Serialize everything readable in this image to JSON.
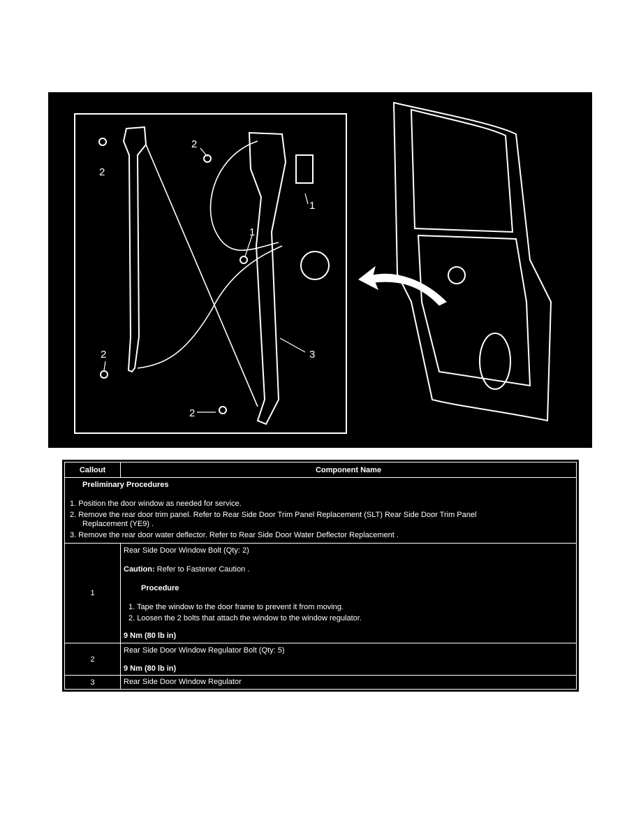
{
  "figure": {
    "callouts": [
      "2",
      "2",
      "1",
      "1",
      "2",
      "3",
      "2"
    ]
  },
  "table": {
    "headers": {
      "callout": "Callout",
      "component": "Component Name"
    },
    "preliminary": {
      "title": "Preliminary Procedures",
      "steps": [
        "1.  Position the door window as needed for service.",
        "2.  Remove the rear door trim panel. Refer to Rear Side Door Trim Panel Replacement (SLT) Rear Side Door Trim Panel",
        "Replacement (YE9) .",
        "3.  Remove the rear door water deflector. Refer to Rear Side Door Water Deflector Replacement ."
      ]
    },
    "rows": [
      {
        "callout": "1",
        "name": "Rear Side Door Window Bolt (Qty: 2)",
        "caution_label": "Caution:",
        "caution_text": " Refer to Fastener Caution .",
        "procedure_title": "Procedure",
        "steps": [
          "1.  Tape the window to the door frame to prevent it from moving.",
          "2.  Loosen the 2 bolts that attach the window to the window regulator."
        ],
        "torque": "9 Nm (80 lb in)"
      },
      {
        "callout": "2",
        "name": "Rear Side Door Window Regulator Bolt (Qty: 5)",
        "torque": "9 Nm (80 lb in)"
      },
      {
        "callout": "3",
        "name": "Rear Side Door Window Regulator"
      }
    ]
  }
}
